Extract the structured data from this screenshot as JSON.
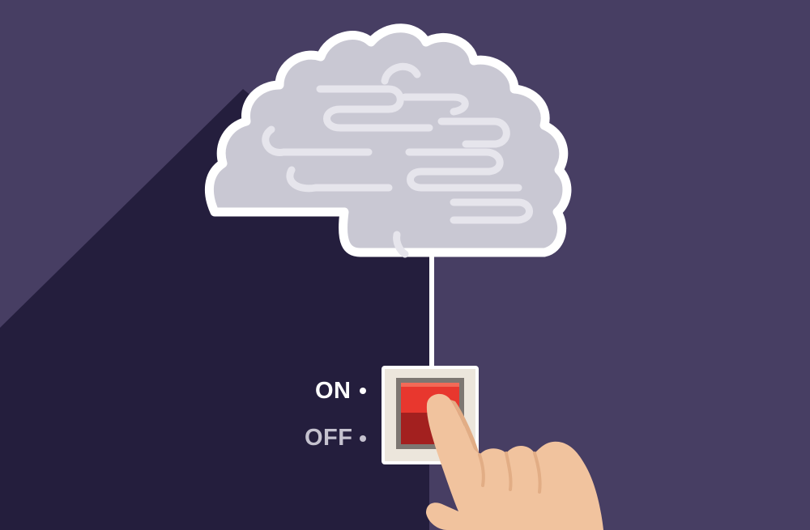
{
  "switch": {
    "on_label": "ON",
    "off_label": "OFF",
    "state": "on"
  },
  "colors": {
    "background": "#473e63",
    "shadow": "#241e3d",
    "brain_fill": "#c9c8d3",
    "brain_outline": "#ffffff",
    "switch_plate": "#ece6dc",
    "rocker_on": "#e8372e",
    "rocker_off": "#a3201f",
    "hand": "#f1c39e"
  },
  "icons": {
    "brain": "brain-icon",
    "switch": "toggle-switch-icon",
    "hand": "pointing-hand-icon"
  }
}
